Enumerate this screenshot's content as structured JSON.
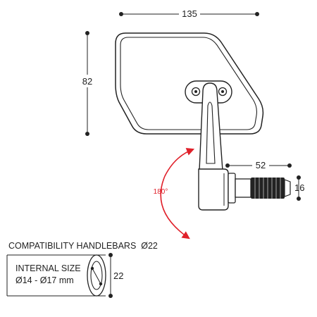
{
  "dimensions": {
    "width_label": "135",
    "height_label": "82",
    "stem_length_label": "52",
    "end_diameter_label": "16",
    "bore_height_label": "22"
  },
  "rotation": {
    "label": "180°",
    "arrow_color": "#e0202a"
  },
  "compatibility": {
    "title": "COMPATIBILITY HANDLEBARS",
    "diameter": "Ø22",
    "internal_size_label": "INTERNAL SIZE",
    "internal_size_range": "Ø14 - Ø17 mm"
  },
  "colors": {
    "line": "#222222",
    "accent": "#e0202a"
  }
}
